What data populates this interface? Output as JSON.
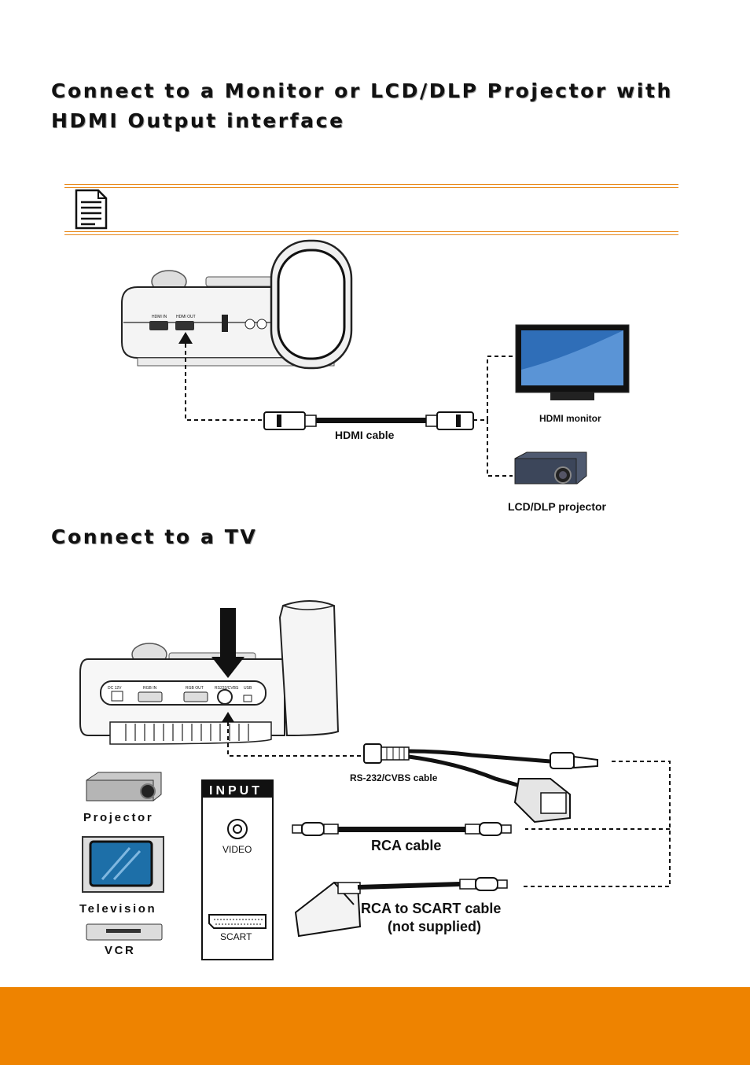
{
  "headings": {
    "hdmi": "Connect to a Monitor or LCD/DLP Projector with HDMI Output interface",
    "tv": "Connect to a TV"
  },
  "hdmi_diagram": {
    "cable_label": "HDMI cable",
    "monitor_label": "HDMI monitor",
    "projector_label": "LCD/DLP projector",
    "port_labels": [
      "HDMI IN",
      "HDMI OUT"
    ]
  },
  "tv_diagram": {
    "port_labels": [
      "DC 12V",
      "RGB IN",
      "RGB OUT",
      "RS232/CVBS",
      "USB"
    ],
    "cables": {
      "rs232": "RS-232/CVBS cable",
      "rca": "RCA cable",
      "scart_line1": "RCA to SCART cable",
      "scart_line2": "(not supplied)"
    },
    "devices": [
      "Projector",
      "Television",
      "VCR"
    ],
    "input_panel": {
      "title": "INPUT",
      "video": "VIDEO",
      "scart": "SCART"
    }
  },
  "colors": {
    "accent": "#ee8300",
    "rule": "#e8891a",
    "screen_blue": "#2f6eb8"
  },
  "icons": [
    "note-icon"
  ]
}
